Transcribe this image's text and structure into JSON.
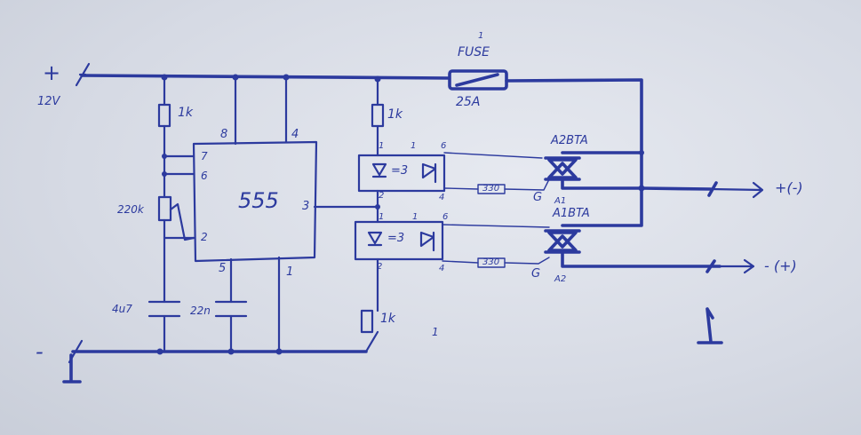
{
  "supply": {
    "plus_sign": "+",
    "voltage": "12V",
    "minus_sign": "-"
  },
  "fuse": {
    "name": "FUSE",
    "rating": "25A",
    "index_mark": "1"
  },
  "timer": {
    "name": "555",
    "pins": {
      "p8": "8",
      "p4": "4",
      "p7": "7",
      "p6": "6",
      "p2": "2",
      "p3": "3",
      "p5": "5",
      "p1": "1"
    }
  },
  "passives": {
    "r_top_left": "1k",
    "pot": "220k",
    "c_timing": "4u7",
    "c_ctrl": "22n",
    "r_top_mid": "1k",
    "r_bottom_mid": "1k"
  },
  "optocouplers": [
    {
      "symbol": "=3",
      "pins": {
        "a": "1",
        "b": "2",
        "c": "6",
        "d": "4"
      },
      "gate_resistor": "330"
    },
    {
      "symbol": "=3",
      "pins": {
        "a": "1",
        "b": "2",
        "c": "6",
        "d": "4"
      },
      "gate_resistor": "330"
    }
  ],
  "triacs": [
    {
      "name": "A2BTA",
      "pin_gate": "G",
      "pin_a": "A1"
    },
    {
      "name": "A1BTA",
      "pin_gate": "G",
      "pin_a": "A2"
    }
  ],
  "outputs": {
    "top": "+(-)",
    "bottom": "- (+)"
  },
  "marks": {
    "m1": "1",
    "m2": "1",
    "m3": "1"
  }
}
